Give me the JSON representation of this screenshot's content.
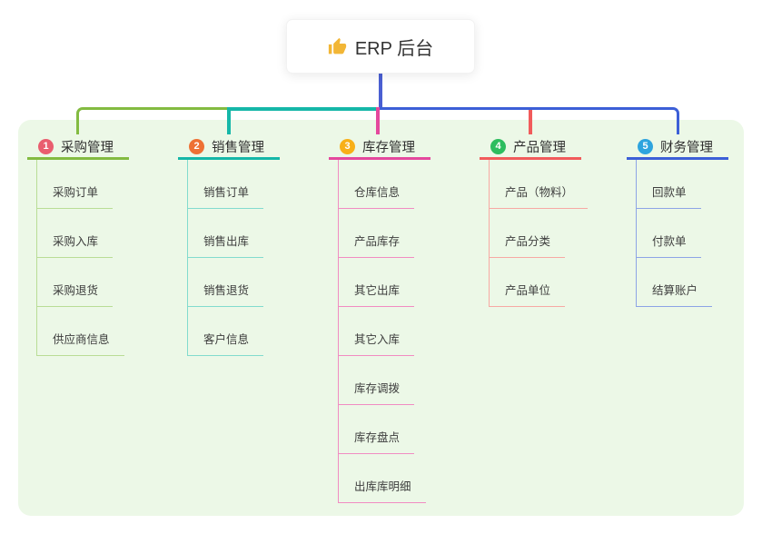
{
  "root": {
    "title": "ERP 后台",
    "icon": "thumbs-up"
  },
  "branches": [
    {
      "num": "1",
      "label": "采购管理",
      "badge_color": "#e95e6f",
      "line_color": "#83bb41",
      "child_line_color": "#b9dd96",
      "children": [
        "采购订单",
        "采购入库",
        "采购退货",
        "供应商信息"
      ]
    },
    {
      "num": "2",
      "label": "销售管理",
      "badge_color": "#ee7134",
      "line_color": "#15b7a8",
      "child_line_color": "#82dbce",
      "children": [
        "销售订单",
        "销售出库",
        "销售退货",
        "客户信息"
      ]
    },
    {
      "num": "3",
      "label": "库存管理",
      "badge_color": "#f8b018",
      "line_color": "#e4489d",
      "child_line_color": "#f18cc2",
      "children": [
        "仓库信息",
        "产品库存",
        "其它出库",
        "其它入库",
        "库存调拨",
        "库存盘点",
        "出库库明细"
      ]
    },
    {
      "num": "4",
      "label": "产品管理",
      "badge_color": "#2dbd5f",
      "line_color": "#f15b5b",
      "child_line_color": "#f7a9a4",
      "children": [
        "产品（物料）",
        "产品分类",
        "产品单位"
      ]
    },
    {
      "num": "5",
      "label": "财务管理",
      "badge_color": "#2ea4de",
      "line_color": "#3c5fd7",
      "child_line_color": "#8da4e6",
      "children": [
        "回款单",
        "付款单",
        "结算账户"
      ]
    }
  ],
  "colors": {
    "panel_bg": "#ecf8e7",
    "root_line": "#4a5fd2",
    "icon_color": "#f2b636"
  }
}
